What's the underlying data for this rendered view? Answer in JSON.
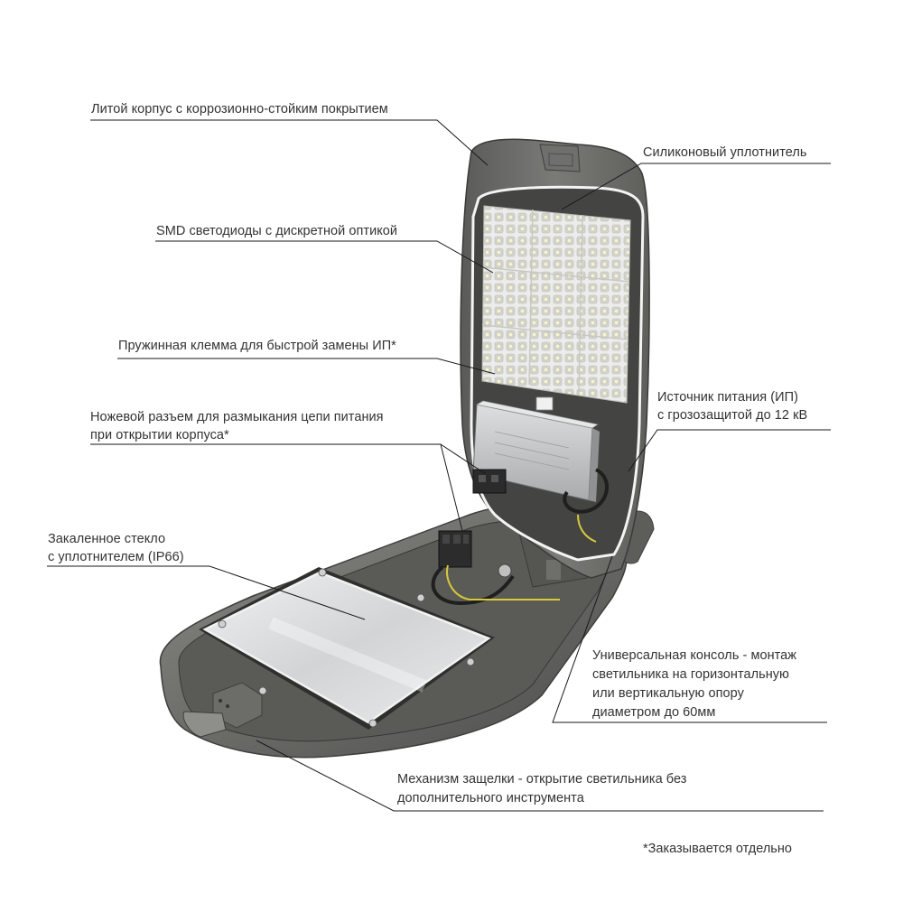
{
  "callouts": [
    {
      "id": "housing",
      "lines": [
        "Литой корпус с коррозионно-стойким покрытием"
      ]
    },
    {
      "id": "seal",
      "lines": [
        "Силиконовый уплотнитель"
      ]
    },
    {
      "id": "leds",
      "lines": [
        "SMD светодиоды с дискретной оптикой"
      ]
    },
    {
      "id": "spring-terminal",
      "lines": [
        "Пружинная клемма для быстрой замены ИП*"
      ]
    },
    {
      "id": "knife-connector",
      "lines": [
        "Ножевой разъем для размыкания цепи питания",
        "при открытии корпуса*"
      ]
    },
    {
      "id": "power-supply",
      "lines": [
        "Источник питания (ИП)",
        "с грозозащитой до 12 кВ"
      ]
    },
    {
      "id": "glass",
      "lines": [
        "Закаленное стекло",
        "с уплотнителем (IP66)"
      ]
    },
    {
      "id": "bracket",
      "lines": [
        "Универсальная консоль - монтаж",
        "светильника на горизонтальную",
        "или вертикальную опору",
        "диаметром до 60мм"
      ]
    },
    {
      "id": "latch",
      "lines": [
        "Механизм защелки - открытие светильника без",
        "дополнительного инструмента"
      ]
    }
  ],
  "footnote": "*Заказывается отдельно",
  "colors": {
    "housing": "#6b6c68",
    "housing_dark": "#4a4b48",
    "led_panel": "#e9e9e6",
    "glass": "#d9dadb",
    "leader_line": "#1a1a1a",
    "wire_yellow": "#d8c93a",
    "psu": "#c9cbcd"
  }
}
